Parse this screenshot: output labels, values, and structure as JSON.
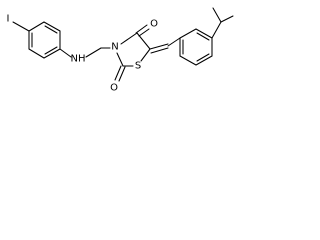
{
  "structure": {
    "kind": "chemical-structure",
    "atom_labels": {
      "iodine": "I",
      "amine_nitrogen": "NH",
      "ring_nitrogen": "N",
      "carbonyl_oxygen_upper": "O",
      "carbonyl_oxygen_lower": "O",
      "ring_sulfur": "S"
    }
  }
}
